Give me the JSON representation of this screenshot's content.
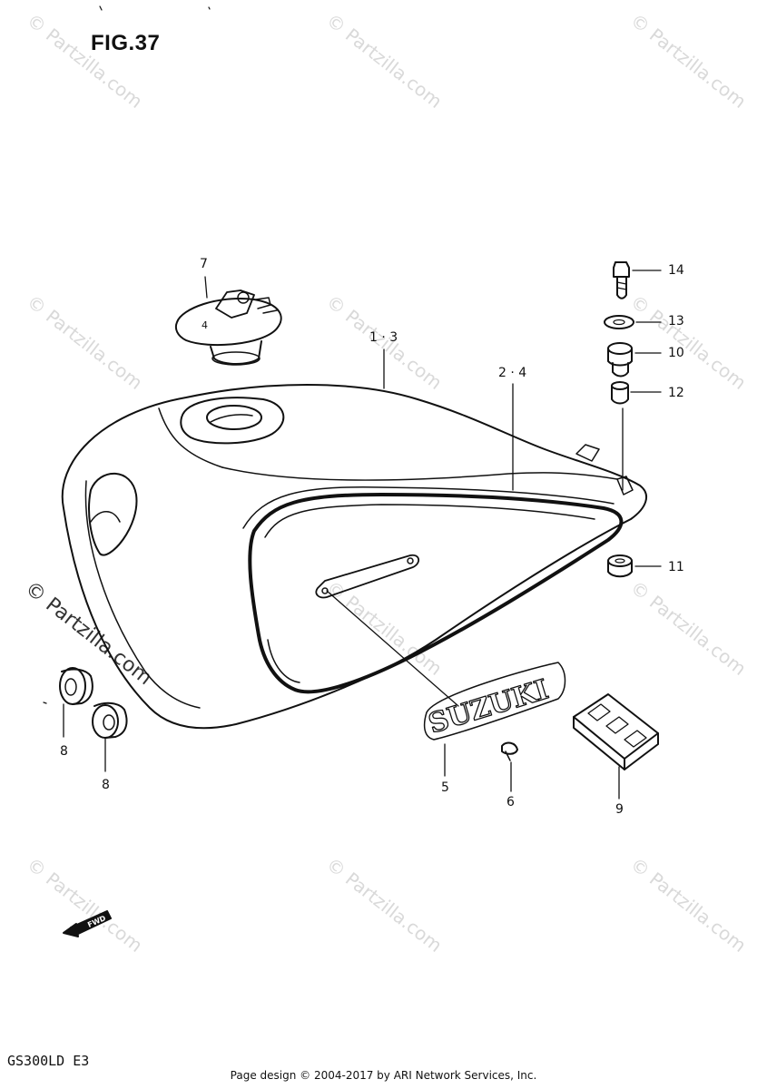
{
  "figure": {
    "title": "FIG.37"
  },
  "model": "GS300LD  E3",
  "footer": "Page design © 2004-2017 by ARI Network Services, Inc.",
  "watermark": "© Partzilla.com",
  "emblem_text": "SUZUKI",
  "fwd_text": "FWD",
  "callouts": {
    "c7": "7",
    "c13": "1 · 3",
    "c24": "2 · 4",
    "c14": "14",
    "c13b": "13",
    "c10": "10",
    "c12": "12",
    "c11": "11",
    "c5": "5",
    "c6": "6",
    "c9": "9",
    "c8a": "8",
    "c8b": "8"
  }
}
